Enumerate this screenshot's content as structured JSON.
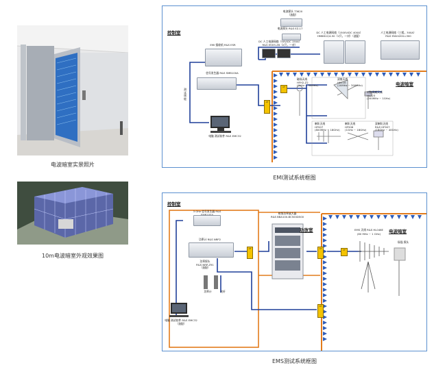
{
  "photos": [
    {
      "caption": "电波暗室实景照片"
    },
    {
      "caption": "10m电波暗室外观效果图"
    }
  ],
  "emi": {
    "caption": "EMI测试系统框图",
    "control_room": "控制室",
    "anechoic": "电波暗室",
    "labels": {
      "top": "电流探头 T3620\n（选配）",
      "probe": "电流探头 R&S EZ-17",
      "dc_lisn": "DC 人工电源网络（50V/DC 150A）\nR&S ESH3-Z6（2只，一对）",
      "ac_lisn": "DC 人工电源网络（1500V/DC 400A）\nHM6812/4-50（2只，一对）（选配）",
      "lisn3": "人工电源网络（三相，300A）\nR&S ENV4200-L300",
      "receiver": "EMI 接收机 R&S ESR",
      "generator": "信号发生器 R&S SMB100A",
      "pc": "电脑 测试软件 R&S EMC32",
      "side": "测试线缆",
      "ant1": "磁场天线\nHFH2-Z2\n(9kHz ~ 30MHz)",
      "ant2": "双锥天线\nHK116\n(20MHz ~ 300MHz)",
      "ant3": "对数周期天线\nHL223\n(200MHz ~ 1GHz)",
      "ant4": "喇叭天线\nHF907\n(800MHz ~ 18GHz)",
      "ant5": "喇叭天线\nHF906\n(1GHz ~ 18GHz)",
      "ant6": "双喇叭天线\nR&S HF907\n(18GHz ~ 40GHz)"
    }
  },
  "ems": {
    "caption": "EMS测试系统框图",
    "control_room": "控制室",
    "power_room": "功放室",
    "anechoic": "电波暗室",
    "labels": {
      "siggen": "3 GHz 信号发生器 R&S SMB100A",
      "meter": "功率计 R&S NRP2",
      "amp": "射频功率放大器\nR&S BBA100-BC500D500",
      "ant": "EMS 天线 R&S HL046E",
      "ant_freq": "(80 MHz ~ 1 GHz)",
      "field": "场强 探头",
      "coupler": "功率探头\nR&S NRP-Z91\n（选配）",
      "pc": "电脑 测试软件 R&S EMC32",
      "pc2": "（选配）",
      "filter": "功率计",
      "cable": "光纤"
    }
  }
}
